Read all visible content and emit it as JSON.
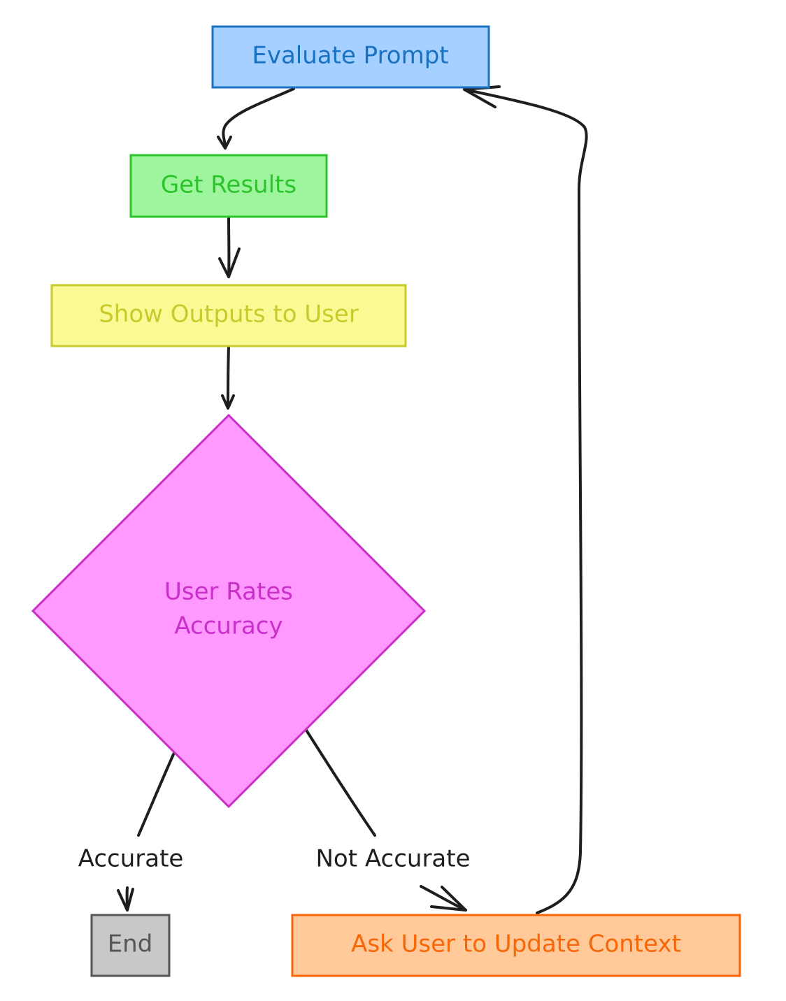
{
  "nodes": {
    "evaluate_prompt": {
      "label": "Evaluate Prompt",
      "fill": "#a5d0ff",
      "stroke": "#1971c2",
      "text_color": "#1971c2"
    },
    "get_results": {
      "label": "Get Results",
      "fill": "#9ef59e",
      "stroke": "#2bc42b",
      "text_color": "#2bc42b"
    },
    "show_outputs": {
      "label": "Show Outputs to User",
      "fill": "#fafa94",
      "stroke": "#c9c92e",
      "text_color": "#c9c92e"
    },
    "user_rates": {
      "label_line1": "User Rates",
      "label_line2": "Accuracy",
      "fill": "#ff99ff",
      "stroke": "#c92fc9",
      "text_color": "#c92fc9"
    },
    "end": {
      "label": "End",
      "fill": "#c8c8c8",
      "stroke": "#555555",
      "text_color": "#555555"
    },
    "ask_user": {
      "label": "Ask User to Update Context",
      "fill": "#ffc999",
      "stroke": "#f76707",
      "text_color": "#f76707"
    }
  },
  "edges": {
    "accurate_label": "Accurate",
    "not_accurate_label": "Not Accurate",
    "color": "#1e1e1e"
  }
}
